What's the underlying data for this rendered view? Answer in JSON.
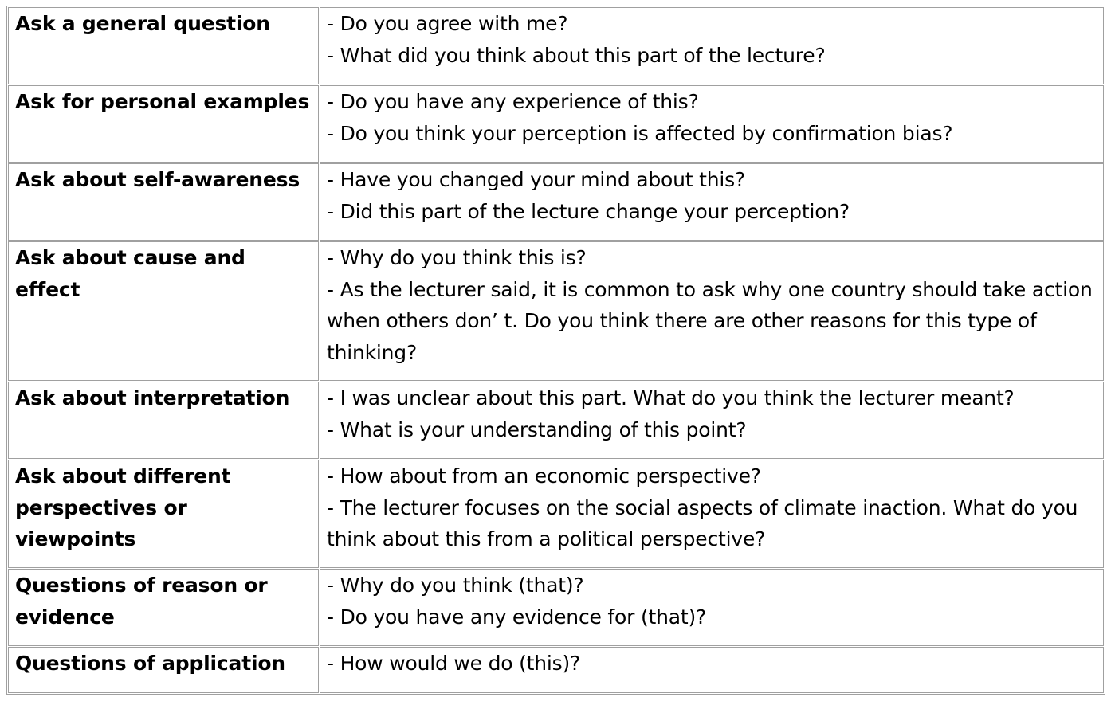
{
  "rows": [
    {
      "label": "Ask a general question",
      "lines": [
        "- Do you agree with me?",
        "- What did you think about this part of the lecture?"
      ]
    },
    {
      "label": "Ask for personal examples",
      "lines": [
        "- Do you have any experience of this?",
        "- Do you think your perception is affected by confirmation bias?"
      ]
    },
    {
      "label": "Ask about self-awareness",
      "lines": [
        "- Have you changed your mind about this?",
        "- Did this part of the lecture change your perception?"
      ]
    },
    {
      "label": "Ask about cause and effect",
      "lines": [
        "- Why do you think this is?",
        "- As the lecturer said, it is common to ask why one country should take action when others don’ t. Do you think there are other reasons for this type of thinking?"
      ]
    },
    {
      "label": "Ask about interpretation",
      "lines": [
        "- I was unclear about this part. What do you think the lecturer meant?",
        "- What is your understanding of this point?"
      ]
    },
    {
      "label": "Ask about different perspectives or viewpoints",
      "lines": [
        "- How about from an economic perspective?",
        "- The lecturer focuses on the social aspects of climate inaction. What do you think about this from a political perspective?"
      ]
    },
    {
      "label": "Questions of reason or evidence",
      "lines": [
        "- Why do you think (that)?",
        "- Do you have any evidence for (that)?"
      ]
    },
    {
      "label": "Questions of application",
      "lines": [
        "- How would we do (this)?"
      ]
    }
  ]
}
